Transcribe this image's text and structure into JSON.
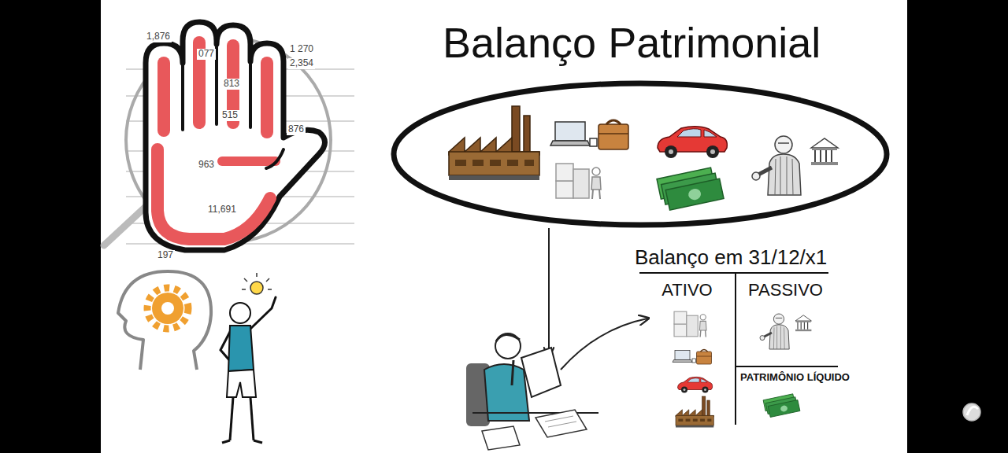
{
  "diagram": {
    "title": "Balanço Patrimonial",
    "nodes": [
      {
        "text": [
          "Balanço em 31/12/x1"
        ]
      },
      {
        "text": [
          "ATIVO"
        ],
        "in": 0
      },
      {
        "text": [
          "PASSIVO"
        ],
        "in": 0
      },
      {
        "text": [
          "PATRIMÔNIO LÍQUIDO"
        ],
        "in": 0
      }
    ],
    "labels": [
      "1,876",
      "077",
      "1 270",
      "2,354",
      "813",
      "515",
      "876",
      "963",
      "11,691",
      "197"
    ]
  }
}
